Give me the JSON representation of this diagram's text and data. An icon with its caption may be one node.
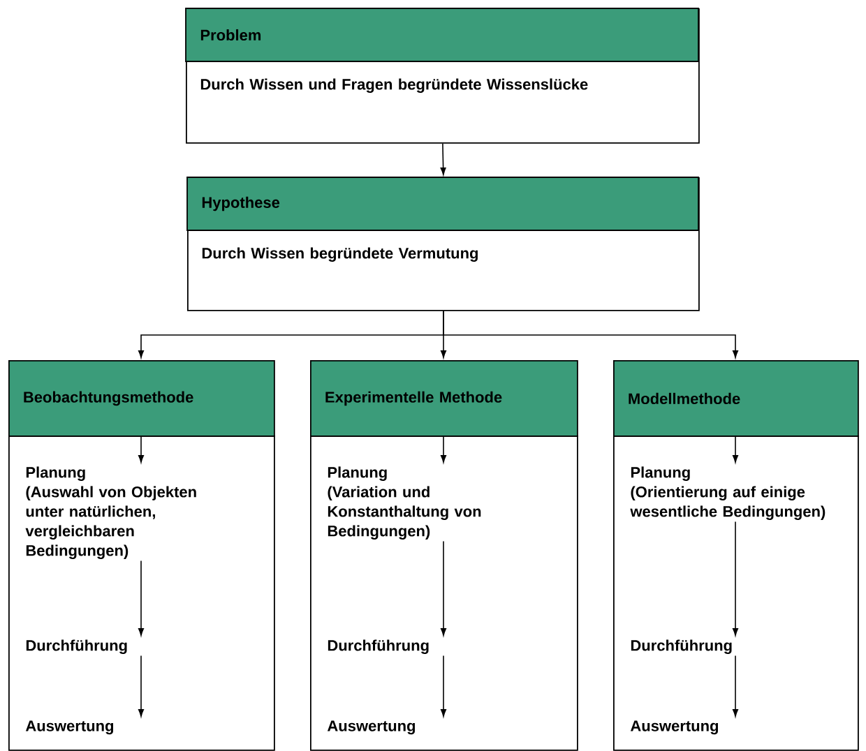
{
  "diagram": {
    "nodes": [
      {
        "text": [
          "Problem",
          "Durch Wissen und Fragen begründete Wissenslücke"
        ]
      },
      {
        "text": [
          "Hypothese",
          "Durch Wissen begründete Vermutung"
        ]
      },
      {
        "text": [
          "Beobachtungsmethode"
        ]
      },
      {
        "text": [],
        "shape": "box"
      },
      {
        "text": [
          "Planung",
          "(Auswahl von Objekten unter natürlichen, vergleichbaren Bedingungen)"
        ],
        "in": 3
      },
      {
        "text": [
          "Durchführung"
        ],
        "in": 3
      },
      {
        "text": [
          "Auswertung"
        ],
        "in": 3
      },
      {
        "text": [
          "Experimentelle Methode"
        ]
      },
      {
        "text": [],
        "shape": "box"
      },
      {
        "text": [
          "Planung",
          "(Variation und Konstanthaltung von Bedingungen)"
        ],
        "in": 8
      },
      {
        "text": [
          "Durchführung"
        ],
        "in": 8
      },
      {
        "text": [
          "Auswertung"
        ],
        "in": 8
      },
      {
        "text": [
          "Modellmethode"
        ]
      },
      {
        "text": [],
        "shape": "box"
      },
      {
        "text": [
          "Planung",
          "(Orientierung auf einige wesentliche Bedingungen)"
        ],
        "in": 13
      },
      {
        "text": [
          "Durchführung"
        ],
        "in": 13
      },
      {
        "text": [
          "Auswertung"
        ],
        "in": 13
      }
    ],
    "edges": [
      {
        "from": 0,
        "to": 1,
        "arrow": "to"
      },
      {
        "from": 1,
        "to": 2,
        "arrow": "to"
      },
      {
        "from": 1,
        "to": 7,
        "arrow": "to"
      },
      {
        "from": 1,
        "to": 12,
        "arrow": "to"
      },
      {
        "from": 2,
        "to": 4,
        "arrow": "to"
      },
      {
        "from": 4,
        "to": 5,
        "arrow": "to"
      },
      {
        "from": 5,
        "to": 6,
        "arrow": "to"
      },
      {
        "from": 7,
        "to": 9,
        "arrow": "to"
      },
      {
        "from": 9,
        "to": 10,
        "arrow": "to"
      },
      {
        "from": 10,
        "to": 11,
        "arrow": "to"
      },
      {
        "from": 12,
        "to": 14,
        "arrow": "to"
      },
      {
        "from": 14,
        "to": 15,
        "arrow": "to"
      },
      {
        "from": 15,
        "to": 16,
        "arrow": "to"
      }
    ]
  }
}
